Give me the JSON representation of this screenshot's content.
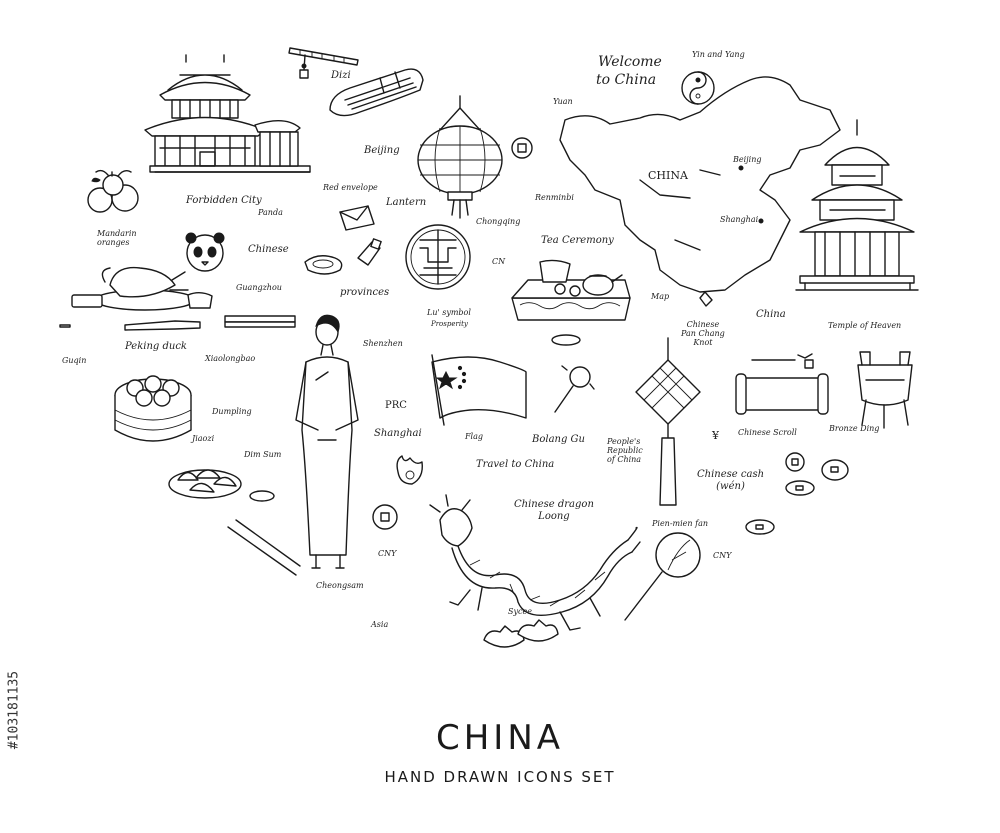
{
  "title": "CHINA",
  "subtitle": "HAND DRAWN ICONS SET",
  "watermark": "#103181135",
  "labels": {
    "welcome_line1": "Welcome",
    "welcome_line2": "to China",
    "yin_yang": "Yin and Yang",
    "dizi": "Dizi",
    "yuan": "Yuan",
    "china_map": "CHINA",
    "beijing_map": "Beijing",
    "shanghai_map": "Shanghai",
    "beijing": "Beijing",
    "forbidden_city": "Forbidden City",
    "red_envelope": "Red envelope",
    "lantern": "Lantern",
    "renminbi": "Renminbi",
    "panda": "Panda",
    "chongqing": "Chongqing",
    "mandarin": "Mandarin\noranges",
    "chinese": "Chinese",
    "tea_ceremony": "Tea Ceremony",
    "cn": "CN",
    "guangzhou": "Guangzhou",
    "provinces": "provinces",
    "map": "Map",
    "china_right": "China",
    "temple_of_heaven": "Temple of Heaven",
    "peking_duck": "Peking duck",
    "lu_symbol": "Lu' symbol",
    "prosperity": "Prosperity",
    "shenzhen": "Shenzhen",
    "pan_chang": "Chinese\nPan Chang\nKnot",
    "guqin": "Guqin",
    "xiaolongbao": "Xiaolongbao",
    "dumpling": "Dumpling",
    "prc": "PRC",
    "jiaozi": "Jiaozi",
    "dim_sum": "Dim Sum",
    "shanghai": "Shanghai",
    "flag": "Flag",
    "bolang_gu": "Bolang Gu",
    "peoples_republic": "People's\nRepublic\nof China",
    "yen_sign": "¥",
    "chinese_scroll": "Chinese Scroll",
    "bronze_ding": "Bronze Ding",
    "travel": "Travel to China",
    "chinese_cash": "Chinese cash\n(wén)",
    "dragon": "Chinese dragon\nLoong",
    "cny_left": "CNY",
    "pien_mien": "Pien-mien fan",
    "cny_right": "CNY",
    "cheongsam": "Cheongsam",
    "asia": "Asia",
    "sycee": "Sycee"
  },
  "colors": {
    "ink": "#1a1a1a",
    "background": "#ffffff"
  }
}
